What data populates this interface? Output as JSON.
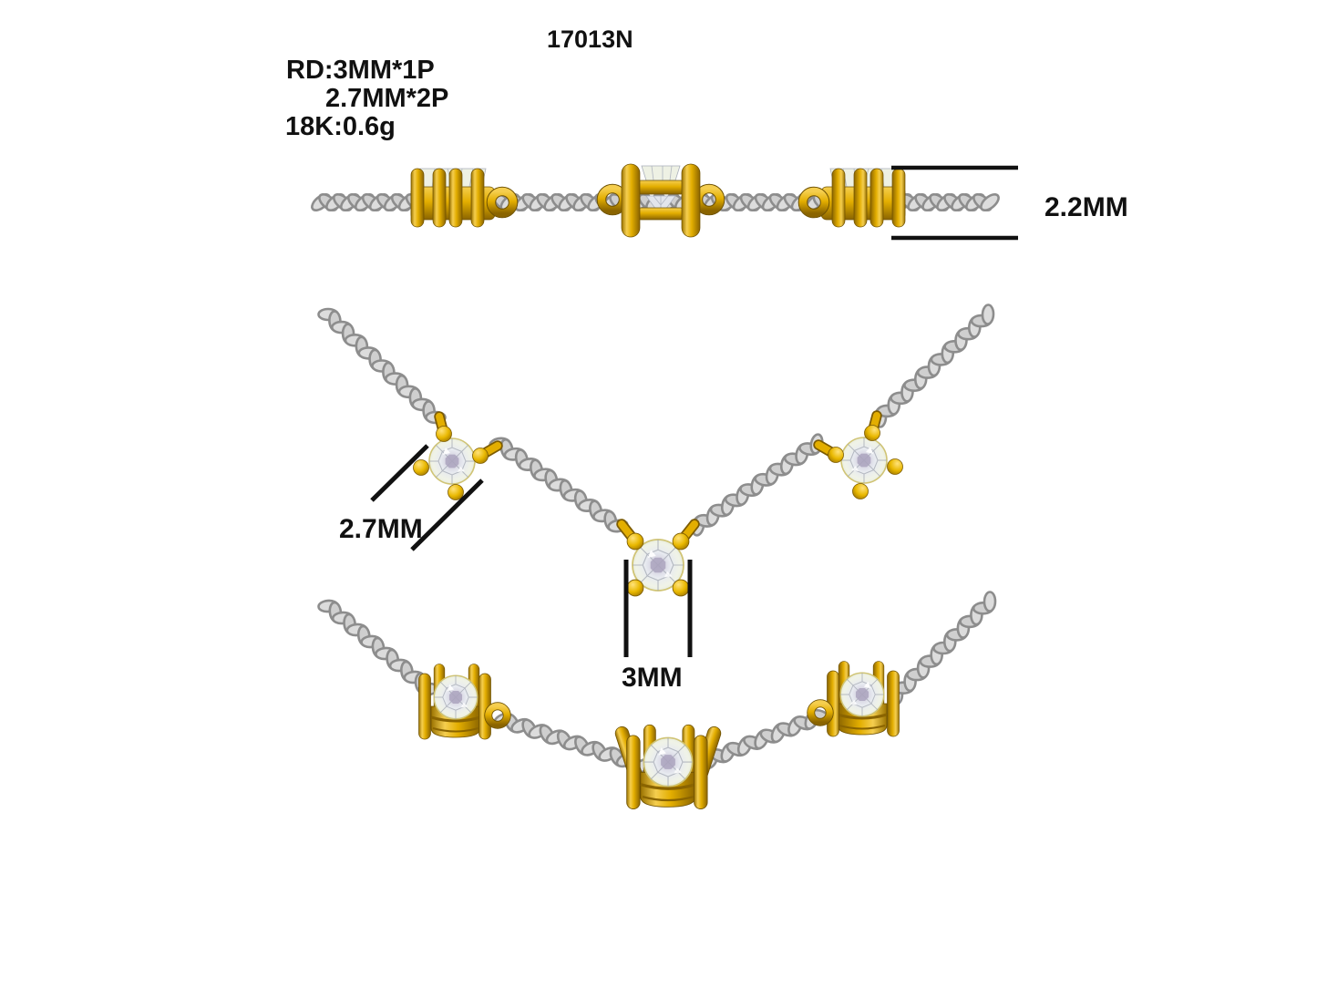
{
  "drawing": {
    "model_number": "17013N",
    "specs": [
      "RD:3MM*1P",
      "2.7MM*2P",
      "18K:0.6g"
    ],
    "dimensions": {
      "chain_width": "2.2MM",
      "side_stone_diameter": "2.7MM",
      "center_stone_diameter": "3MM"
    },
    "colors": {
      "gold": "#E3AE00",
      "gold_shadow": "#7C5B00",
      "chain_silver": "#DCDCDC",
      "chain_outline": "#8D8D8D",
      "diamond_tint": "#EEF1E4",
      "diamond_center": "#ABA4BE",
      "annotation": "#111111",
      "background": "#FFFFFF"
    }
  }
}
